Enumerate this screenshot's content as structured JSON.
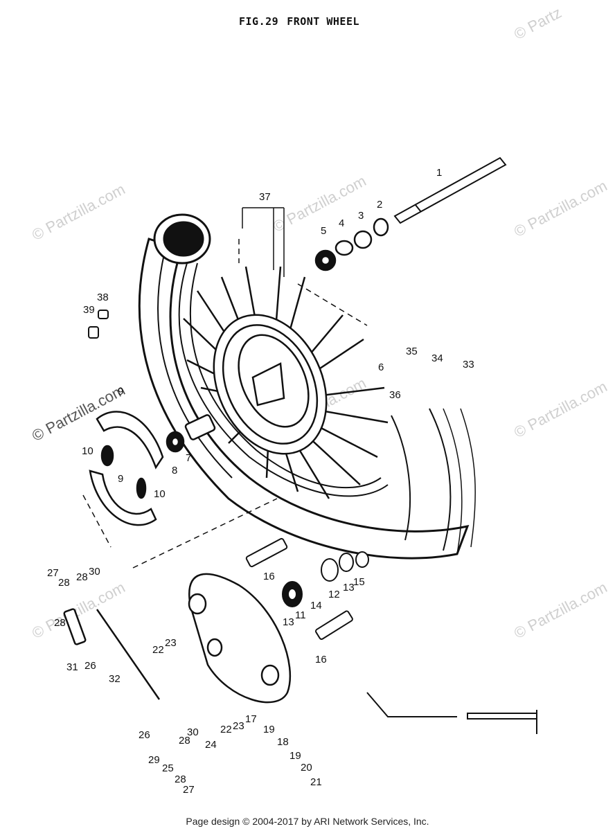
{
  "figure": {
    "number": "FIG.29",
    "title": "FRONT WHEEL"
  },
  "footer": "Page design © 2004-2017 by ARI Network Services, Inc.",
  "watermark": "© Partzilla.com",
  "watermark_short": "© Partz",
  "callouts": [
    "1",
    "2",
    "3",
    "4",
    "5",
    "6",
    "7",
    "8",
    "9",
    "9",
    "10",
    "10",
    "11",
    "12",
    "13",
    "13",
    "14",
    "15",
    "16",
    "16",
    "17",
    "18",
    "19",
    "19",
    "20",
    "21",
    "22",
    "22",
    "23",
    "23",
    "24",
    "25",
    "26",
    "26",
    "27",
    "27",
    "28",
    "28",
    "28",
    "28",
    "28",
    "29",
    "30",
    "30",
    "31",
    "32",
    "33",
    "34",
    "35",
    "36",
    "37",
    "38",
    "39"
  ]
}
